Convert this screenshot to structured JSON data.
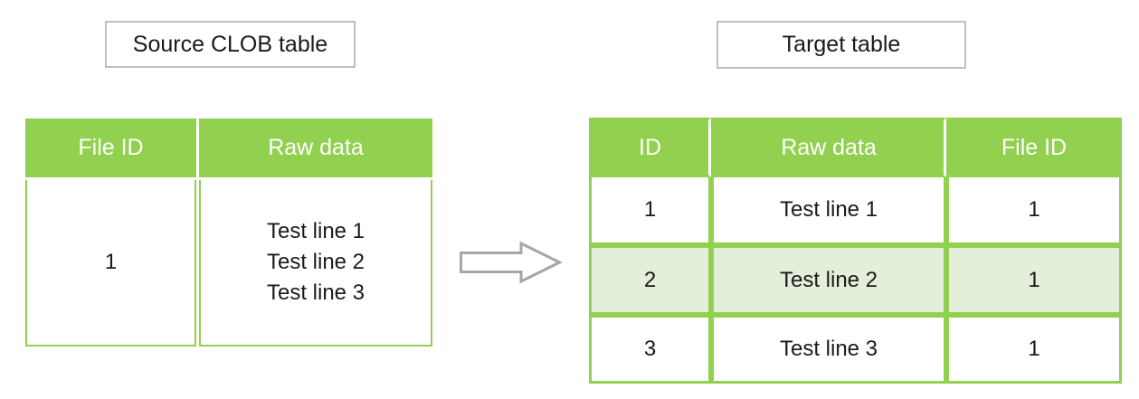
{
  "colors": {
    "green": "#92d050",
    "light_green_row": "#e3efda",
    "box_border_gray": "#bfbfbf",
    "arrow_gray": "#a6a6a6",
    "header_text": "#ffffff",
    "text": "#1a1a1a"
  },
  "source": {
    "label": "Source CLOB table",
    "columns": [
      "File ID",
      "Raw data"
    ],
    "row": {
      "file_id": "1",
      "raw_data_lines": [
        "Test line 1",
        "Test line 2",
        "Test line 3"
      ]
    }
  },
  "arrow": {
    "icon": "right-arrow"
  },
  "target": {
    "label": "Target table",
    "columns": [
      "ID",
      "Raw data",
      "File ID"
    ],
    "rows": [
      [
        "1",
        "Test line 1",
        "1"
      ],
      [
        "2",
        "Test line 2",
        "1"
      ],
      [
        "3",
        "Test line 3",
        "1"
      ]
    ]
  }
}
